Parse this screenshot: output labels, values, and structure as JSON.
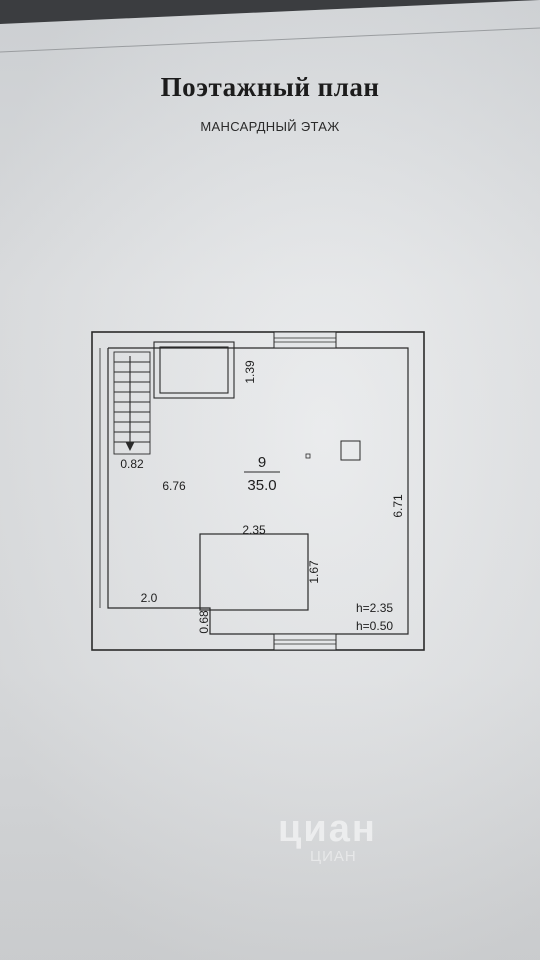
{
  "document": {
    "title": "Поэтажный план",
    "subtitle": "МАНСАРДНЫЙ ЭТАЖ"
  },
  "plan": {
    "room_number": "9",
    "room_area": "35.0",
    "dimensions": {
      "opening_height": "1.39",
      "stair_width": "0.82",
      "left_length": "6.76",
      "right_length": "6.71",
      "opening_width": "2.35",
      "opening_depth": "1.67",
      "bottom_left": "2.0",
      "bottom_offset": "0.68"
    },
    "heights": {
      "h1": "h=2.35",
      "h2": "h=0.50"
    }
  },
  "watermark": {
    "brand": "циан",
    "sub": "ЦИАН"
  },
  "colors": {
    "ink": "#1e1e1e",
    "paper": "#e2e4e6",
    "background": "#3b3d40"
  }
}
